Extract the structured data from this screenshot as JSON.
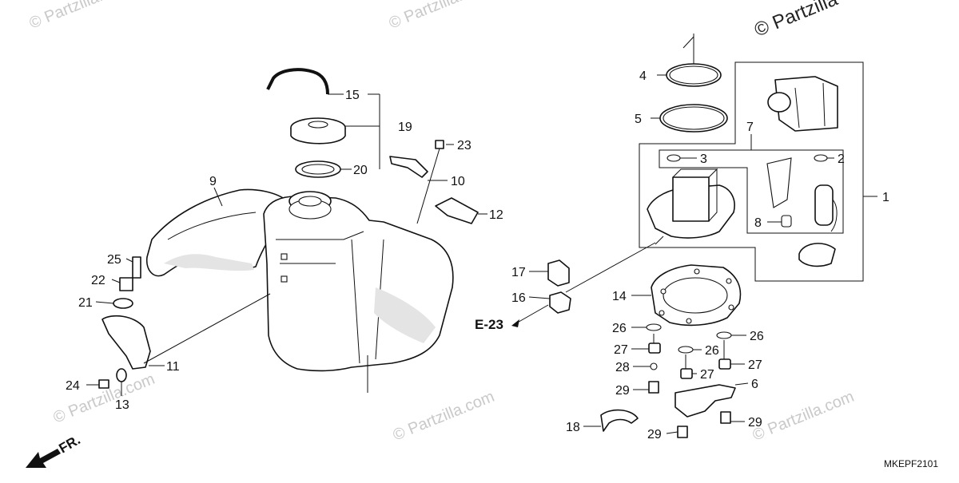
{
  "diagram_code": "MKEPF2101",
  "direction_label": "FR.",
  "reference_label": "E-23",
  "watermark": "© Partzilla.com",
  "watermark_short": "© Partzilla",
  "callouts": {
    "c1": "1",
    "c2": "2",
    "c3": "3",
    "c4": "4",
    "c5": "5",
    "c6": "6",
    "c7": "7",
    "c8": "8",
    "c9": "9",
    "c10": "10",
    "c11": "11",
    "c12": "12",
    "c13": "13",
    "c14": "14",
    "c15": "15",
    "c16": "16",
    "c17": "17",
    "c18": "18",
    "c19": "19",
    "c20": "20",
    "c21": "21",
    "c22": "22",
    "c23": "23",
    "c24": "24",
    "c25": "25",
    "c26a": "26",
    "c26b": "26",
    "c26c": "26",
    "c27a": "27",
    "c27b": "27",
    "c27c": "27",
    "c28": "28",
    "c29a": "29",
    "c29b": "29",
    "c29c": "29"
  }
}
